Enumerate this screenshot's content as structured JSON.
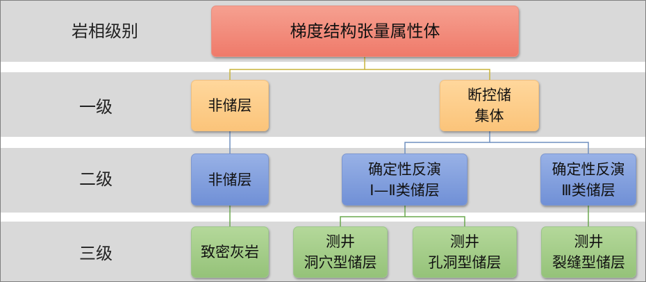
{
  "levels": {
    "facies": "岩相级别",
    "level1": "一级",
    "level2": "二级",
    "level3": "三级"
  },
  "root": {
    "label": "梯度结构张量属性体"
  },
  "level1_nodes": {
    "non_reservoir": "非储层",
    "fault_controlled_line1": "断控储",
    "fault_controlled_line2": "集体"
  },
  "level2_nodes": {
    "non_reservoir": "非储层",
    "inv_1_2_line1": "确定性反演",
    "inv_1_2_line2": "Ⅰ—Ⅱ类储层",
    "inv_3_line1": "确定性反演",
    "inv_3_line2": "Ⅲ类储层"
  },
  "level3_nodes": {
    "tight_limestone": "致密灰岩",
    "logging_1": "测井",
    "cave_type": "洞穴型储层",
    "logging_2": "测井",
    "vug_type": "孔洞型储层",
    "logging_3": "测井",
    "fracture_type": "裂缝型储层"
  },
  "colors": {
    "band": "#d9d9d9",
    "root": "#f08c7a",
    "level1": "#fcc985",
    "level2": "#7f9ddd",
    "level3": "#a3cb86",
    "connector_orange": "#c8b43a",
    "connector_blue": "#6f8fbf",
    "connector_green": "#6aa84f"
  }
}
